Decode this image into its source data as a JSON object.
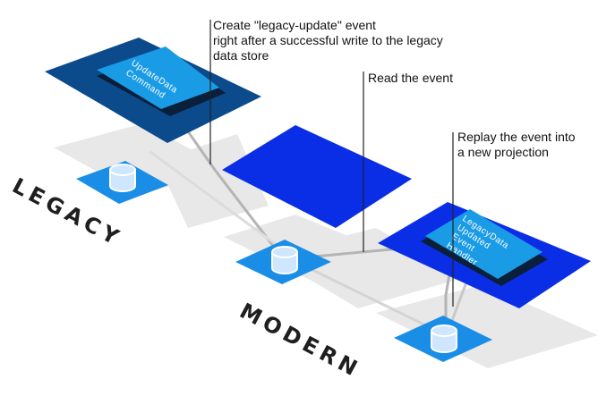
{
  "annotations": {
    "create_event": "Create \"legacy-update\" event\nright after a successful write to the legacy\ndata store",
    "read_event": "Read the event",
    "replay_event": "Replay the event into\na new projection"
  },
  "zones": {
    "legacy": "LEGACY",
    "modern": "MODERN"
  },
  "commands": {
    "update_data_line1": "UpdateData",
    "update_data_line2": "Command",
    "handler_line1": "LegacyData",
    "handler_line2": "Updated",
    "handler_line3": "Event",
    "handler_line4": "Handler"
  },
  "colors": {
    "legacy_command_plate": "#0b4a8b",
    "command_card": "#1a9be6",
    "event_store_plate": "#0a2ee6",
    "handler_plate": "#0a2ee6",
    "database_tile": "#1a8ee6",
    "shadow_platform": "#e8e8e8",
    "connector_line": "#b4b4b4"
  },
  "icons": {
    "database": "database-cylinder-icon"
  }
}
